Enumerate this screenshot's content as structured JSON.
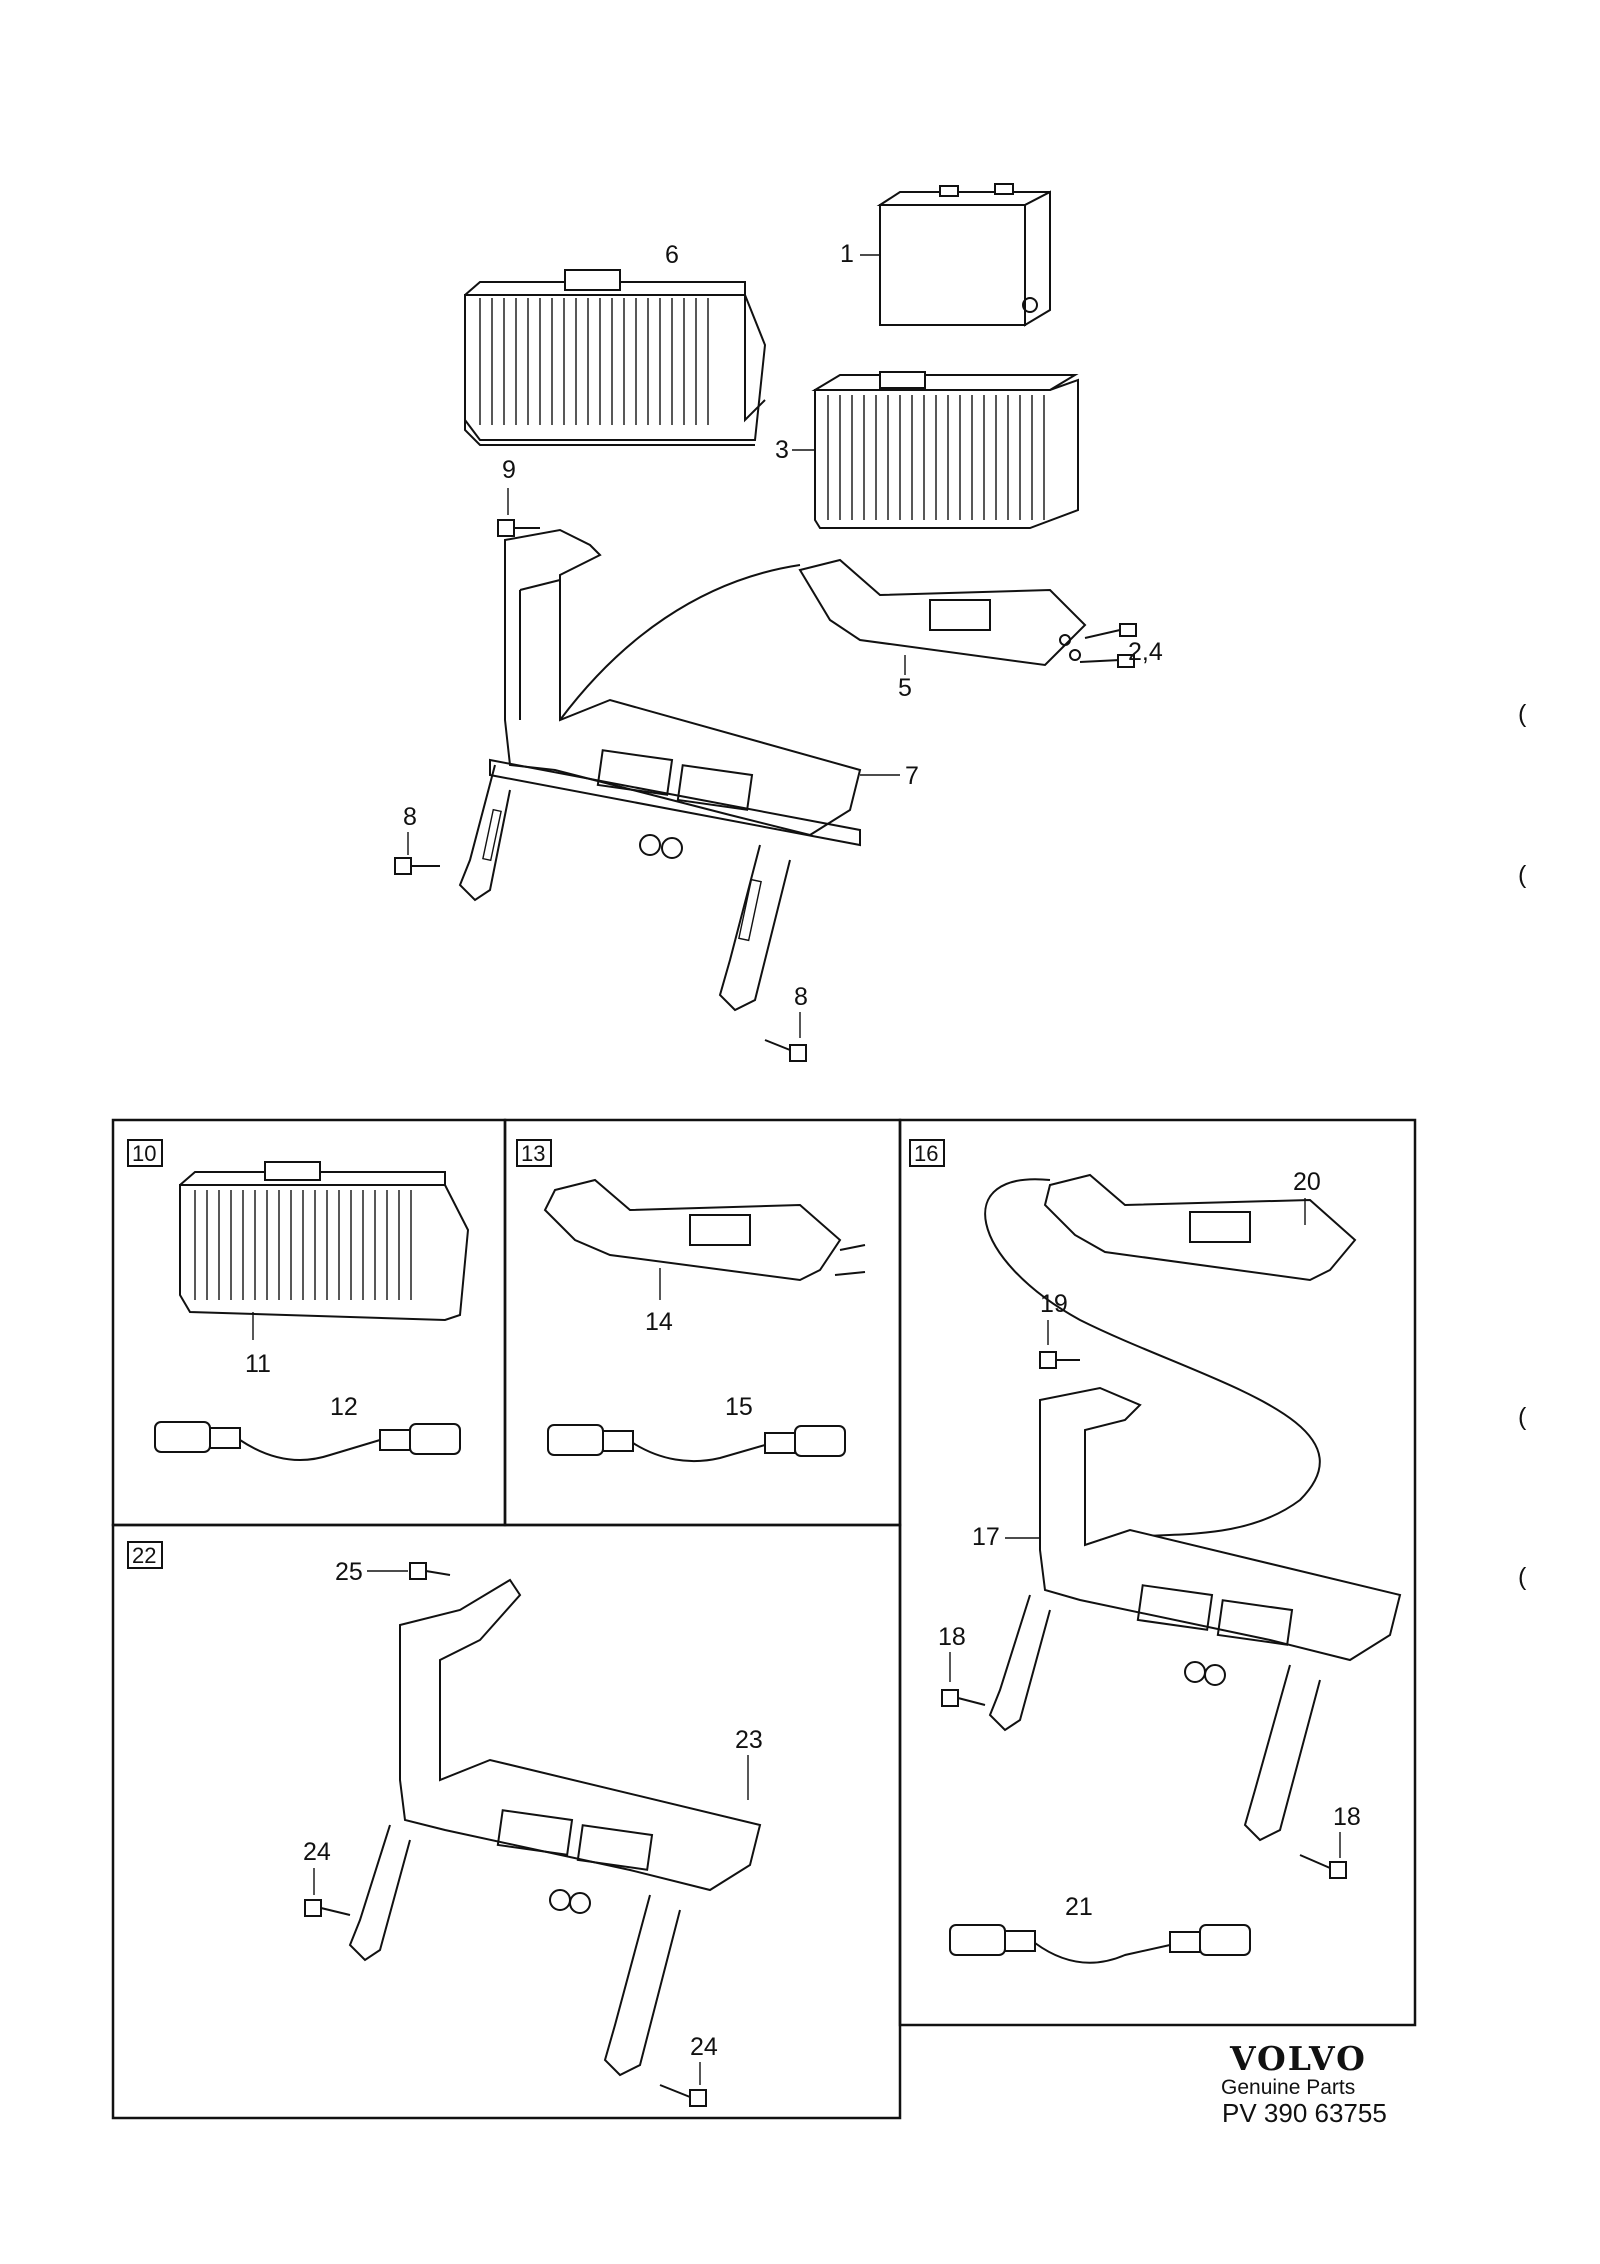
{
  "diagram": {
    "callouts": {
      "c1": "1",
      "c3": "3",
      "c6": "6",
      "c9": "9",
      "c24top": "2,4",
      "c5": "5",
      "c7": "7",
      "c8a": "8",
      "c8b": "8"
    },
    "panels": {
      "p10": {
        "tag": "10",
        "c11": "11",
        "c12": "12"
      },
      "p13": {
        "tag": "13",
        "c14": "14",
        "c15": "15"
      },
      "p16": {
        "tag": "16",
        "c20": "20",
        "c19": "19",
        "c17": "17",
        "c18a": "18",
        "c18b": "18",
        "c21": "21"
      },
      "p22": {
        "tag": "22",
        "c25": "25",
        "c23": "23",
        "c24a": "24",
        "c24b": "24"
      }
    },
    "margin_marks": [
      "(",
      "(",
      "(",
      "("
    ]
  },
  "footer": {
    "brand": "VOLVO",
    "subtitle": "Genuine Parts",
    "ref": "PV 390 63755"
  }
}
